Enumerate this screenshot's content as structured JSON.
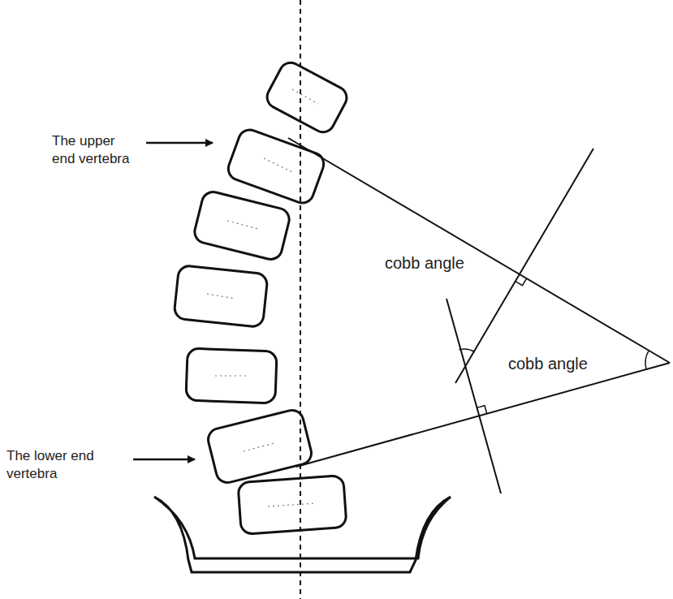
{
  "diagram": {
    "labels": [
      "The upper end vertebra",
      "The lower end vertebra",
      "cobb angle",
      "cobb angle"
    ]
  }
}
